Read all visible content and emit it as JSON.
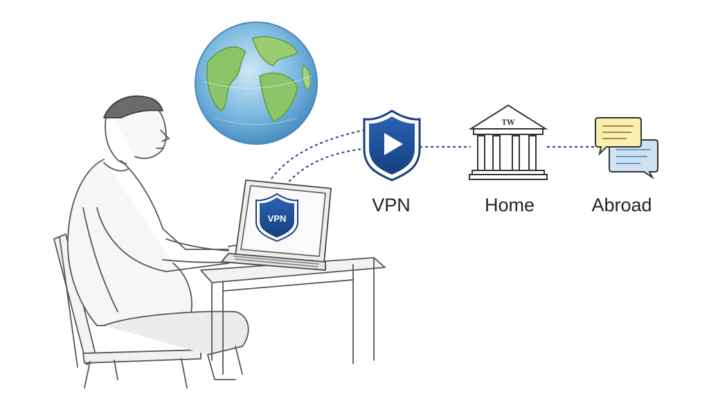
{
  "diagram": {
    "labels": {
      "vpn": "VPN",
      "home": "Home",
      "abroad": "Abroad"
    },
    "laptop_badge_text": "VPN",
    "building_sign_text": "TW"
  },
  "colors": {
    "shield_blue": "#1d4f9a",
    "line_blue": "#2d4f8f",
    "globe_water": "#5ea6d6",
    "globe_land": "#8cc46a",
    "bubble_yellow": "#fbefb0",
    "bubble_blue": "#cfe2f3",
    "sketch_gray": "#555555"
  },
  "icons": [
    "globe-icon",
    "vpn-shield-icon",
    "bank-building-icon",
    "chat-bubbles-icon",
    "person-at-laptop-sketch"
  ]
}
